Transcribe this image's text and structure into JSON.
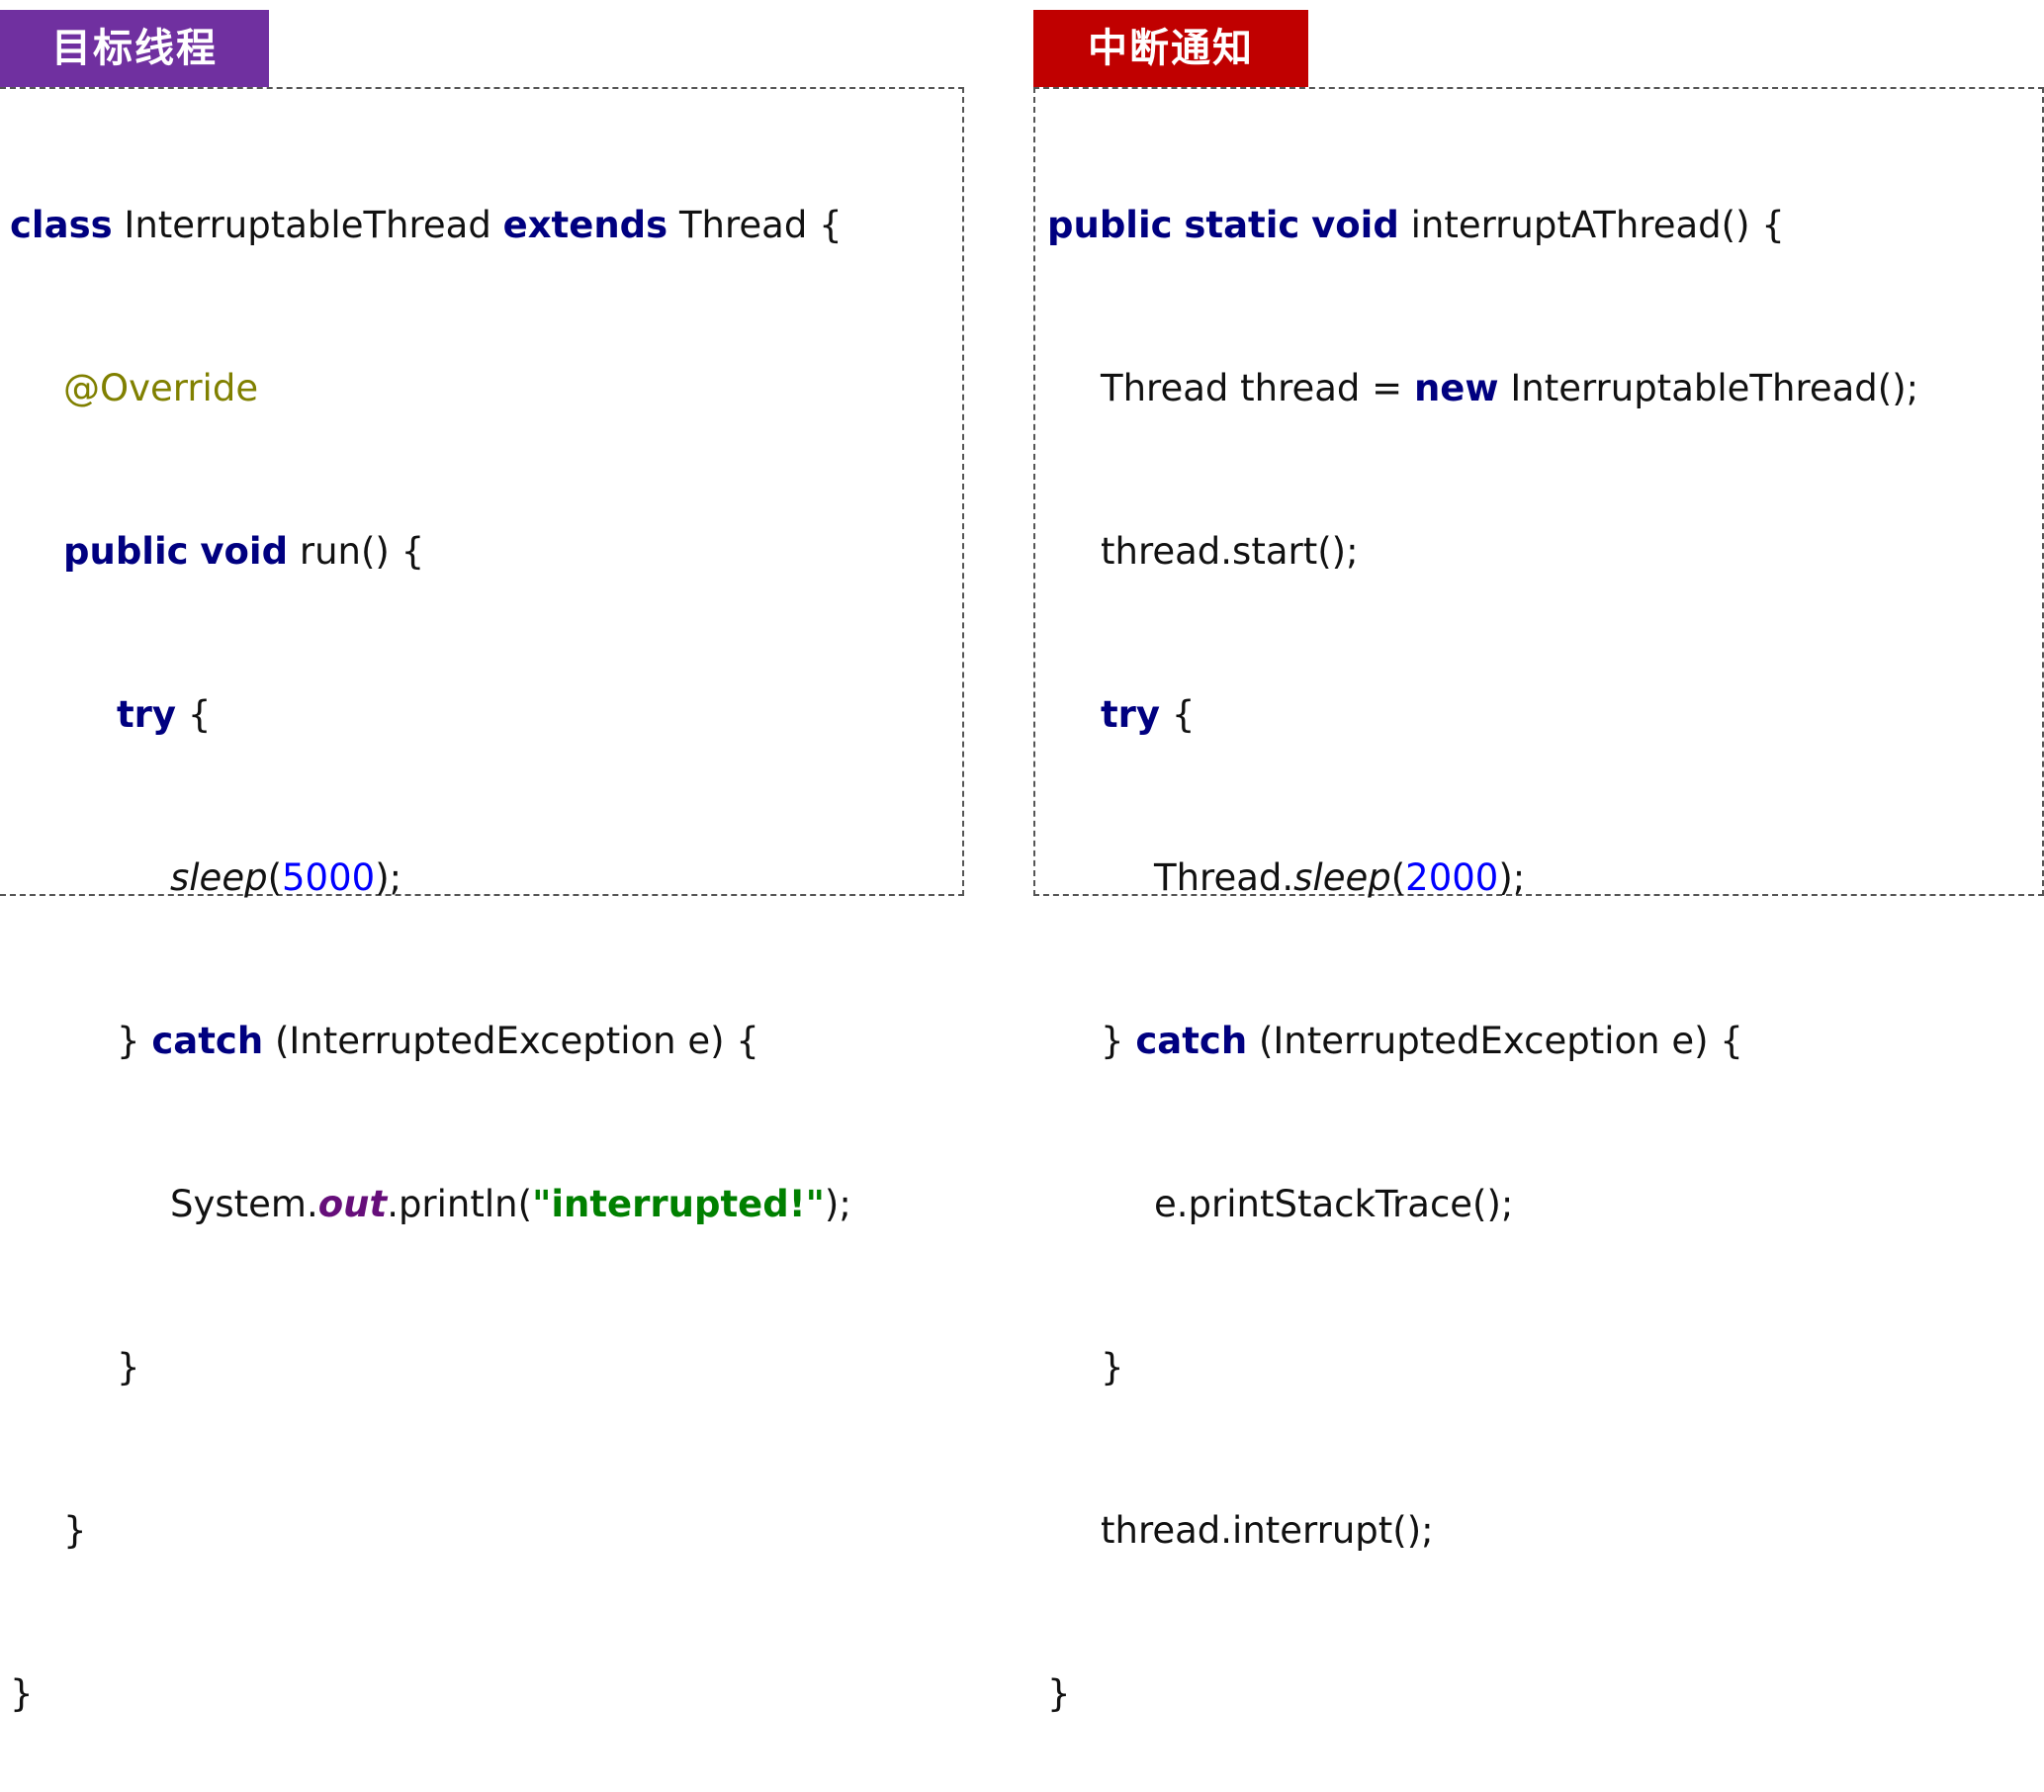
{
  "left_panel": {
    "tag": "目标线程",
    "tag_color": "#7030a0",
    "lines": {
      "l1": {
        "kw1": "class",
        "t1": " InterruptableThread ",
        "kw2": "extends",
        "t2": " Thread {"
      },
      "l2": {
        "ann": "@Override"
      },
      "l3": {
        "kw1": "public",
        "sp": " ",
        "kw2": "void",
        "t1": " run() {"
      },
      "l4": {
        "kw": "try",
        "t": " {"
      },
      "l5": {
        "m": "sleep",
        "p1": "(",
        "num": "5000",
        "p2": ");"
      },
      "l6": {
        "t1": "} ",
        "kw": "catch",
        "t2": " (InterruptedException e) {"
      },
      "l7": {
        "t1": "System.",
        "field": "out",
        "t2": ".println(",
        "str": "\"interrupted!\"",
        "t3": ");"
      },
      "l8": {
        "t": "}"
      },
      "l9": {
        "t": "}"
      },
      "l10": {
        "t": "}"
      }
    }
  },
  "right_panel": {
    "tag": "中断通知",
    "tag_color": "#c00000",
    "lines": {
      "l1": {
        "kw1": "public",
        "sp1": " ",
        "kw2": "static",
        "sp2": " ",
        "kw3": "void",
        "t": " interruptAThread() {"
      },
      "l2": {
        "t1": "Thread thread = ",
        "kw": "new",
        "t2": " InterruptableThread();"
      },
      "l3": {
        "t": "thread.start();"
      },
      "l4": {
        "kw": "try",
        "t": " {"
      },
      "l5": {
        "t1": "Thread.",
        "m": "sleep",
        "p1": "(",
        "num": "2000",
        "p2": ");"
      },
      "l6": {
        "t1": "} ",
        "kw": "catch",
        "t2": " (InterruptedException e) {"
      },
      "l7": {
        "t": "e.printStackTrace();"
      },
      "l8": {
        "t": "}"
      },
      "l9": {
        "t": "thread.interrupt();"
      },
      "l10": {
        "t": "}"
      }
    }
  }
}
